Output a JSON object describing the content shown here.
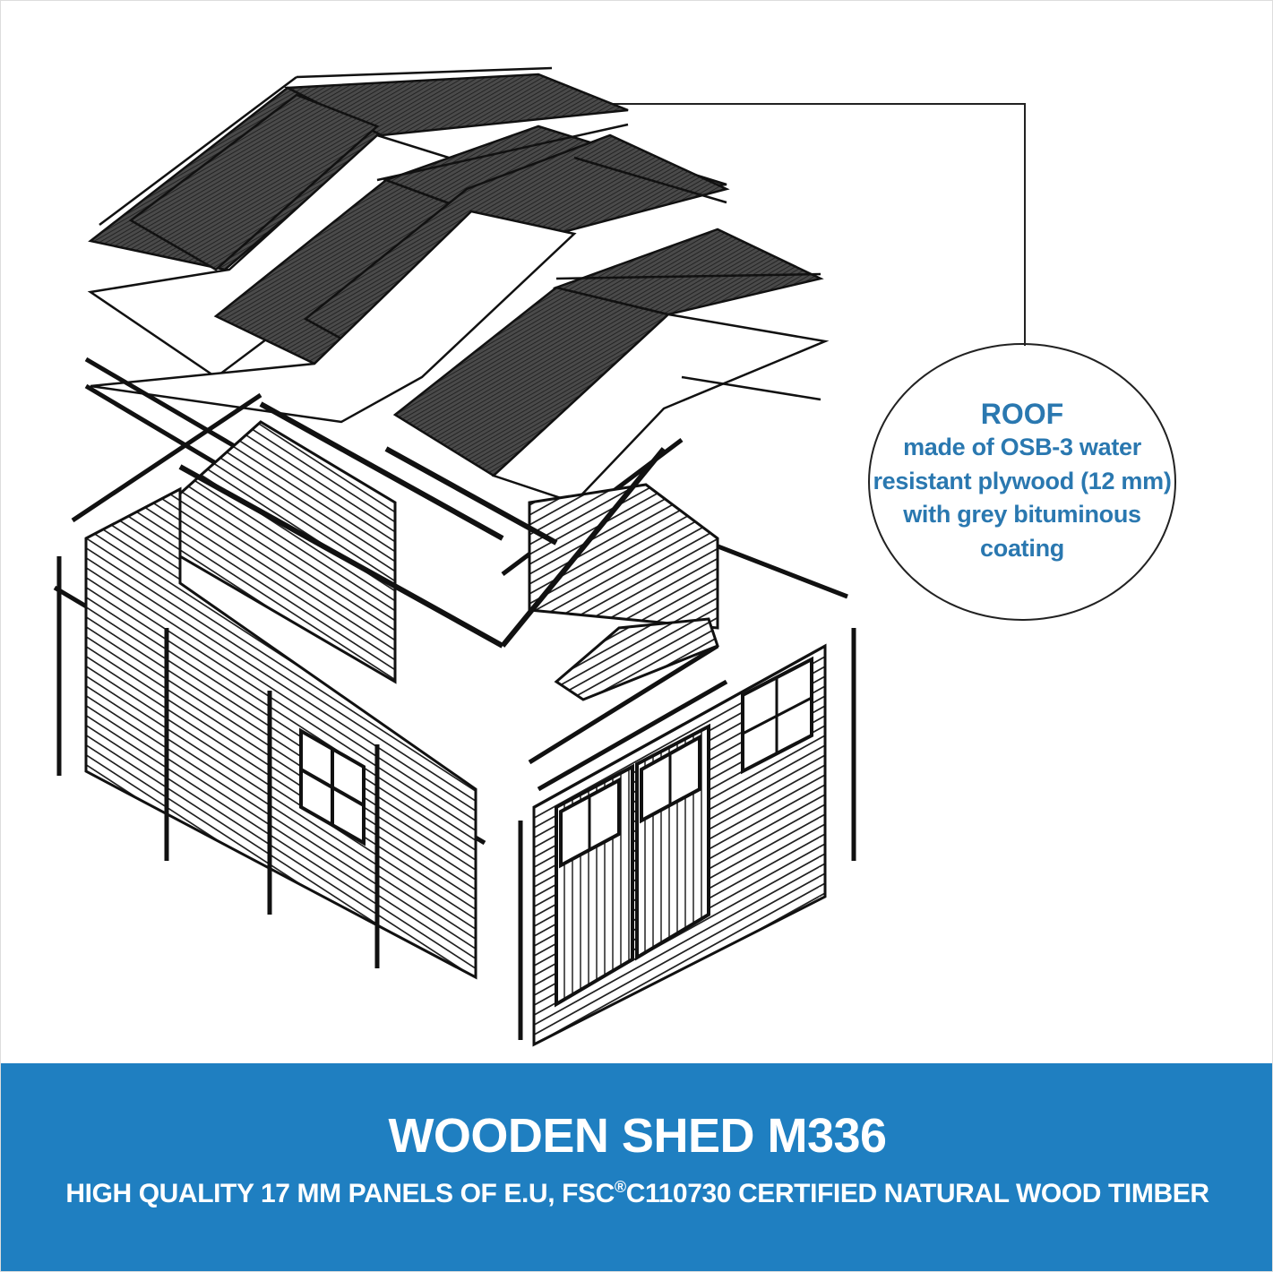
{
  "callout": {
    "title": "ROOF",
    "lines": [
      "made of OSB-3 water",
      "resistant plywood (12 mm)",
      "with grey bituminous",
      "coating"
    ]
  },
  "banner": {
    "title": "WOODEN SHED M336",
    "subtitle_part1": "HIGH QUALITY 17 MM PANELS OF E.U, FSC",
    "subtitle_mark": "®",
    "subtitle_part2": "C110730 CERTIFIED NATURAL WOOD TIMBER"
  },
  "colors": {
    "banner": "#1f7fc1",
    "callout_text": "#2a78b0",
    "roof": "#3a3a3a"
  }
}
